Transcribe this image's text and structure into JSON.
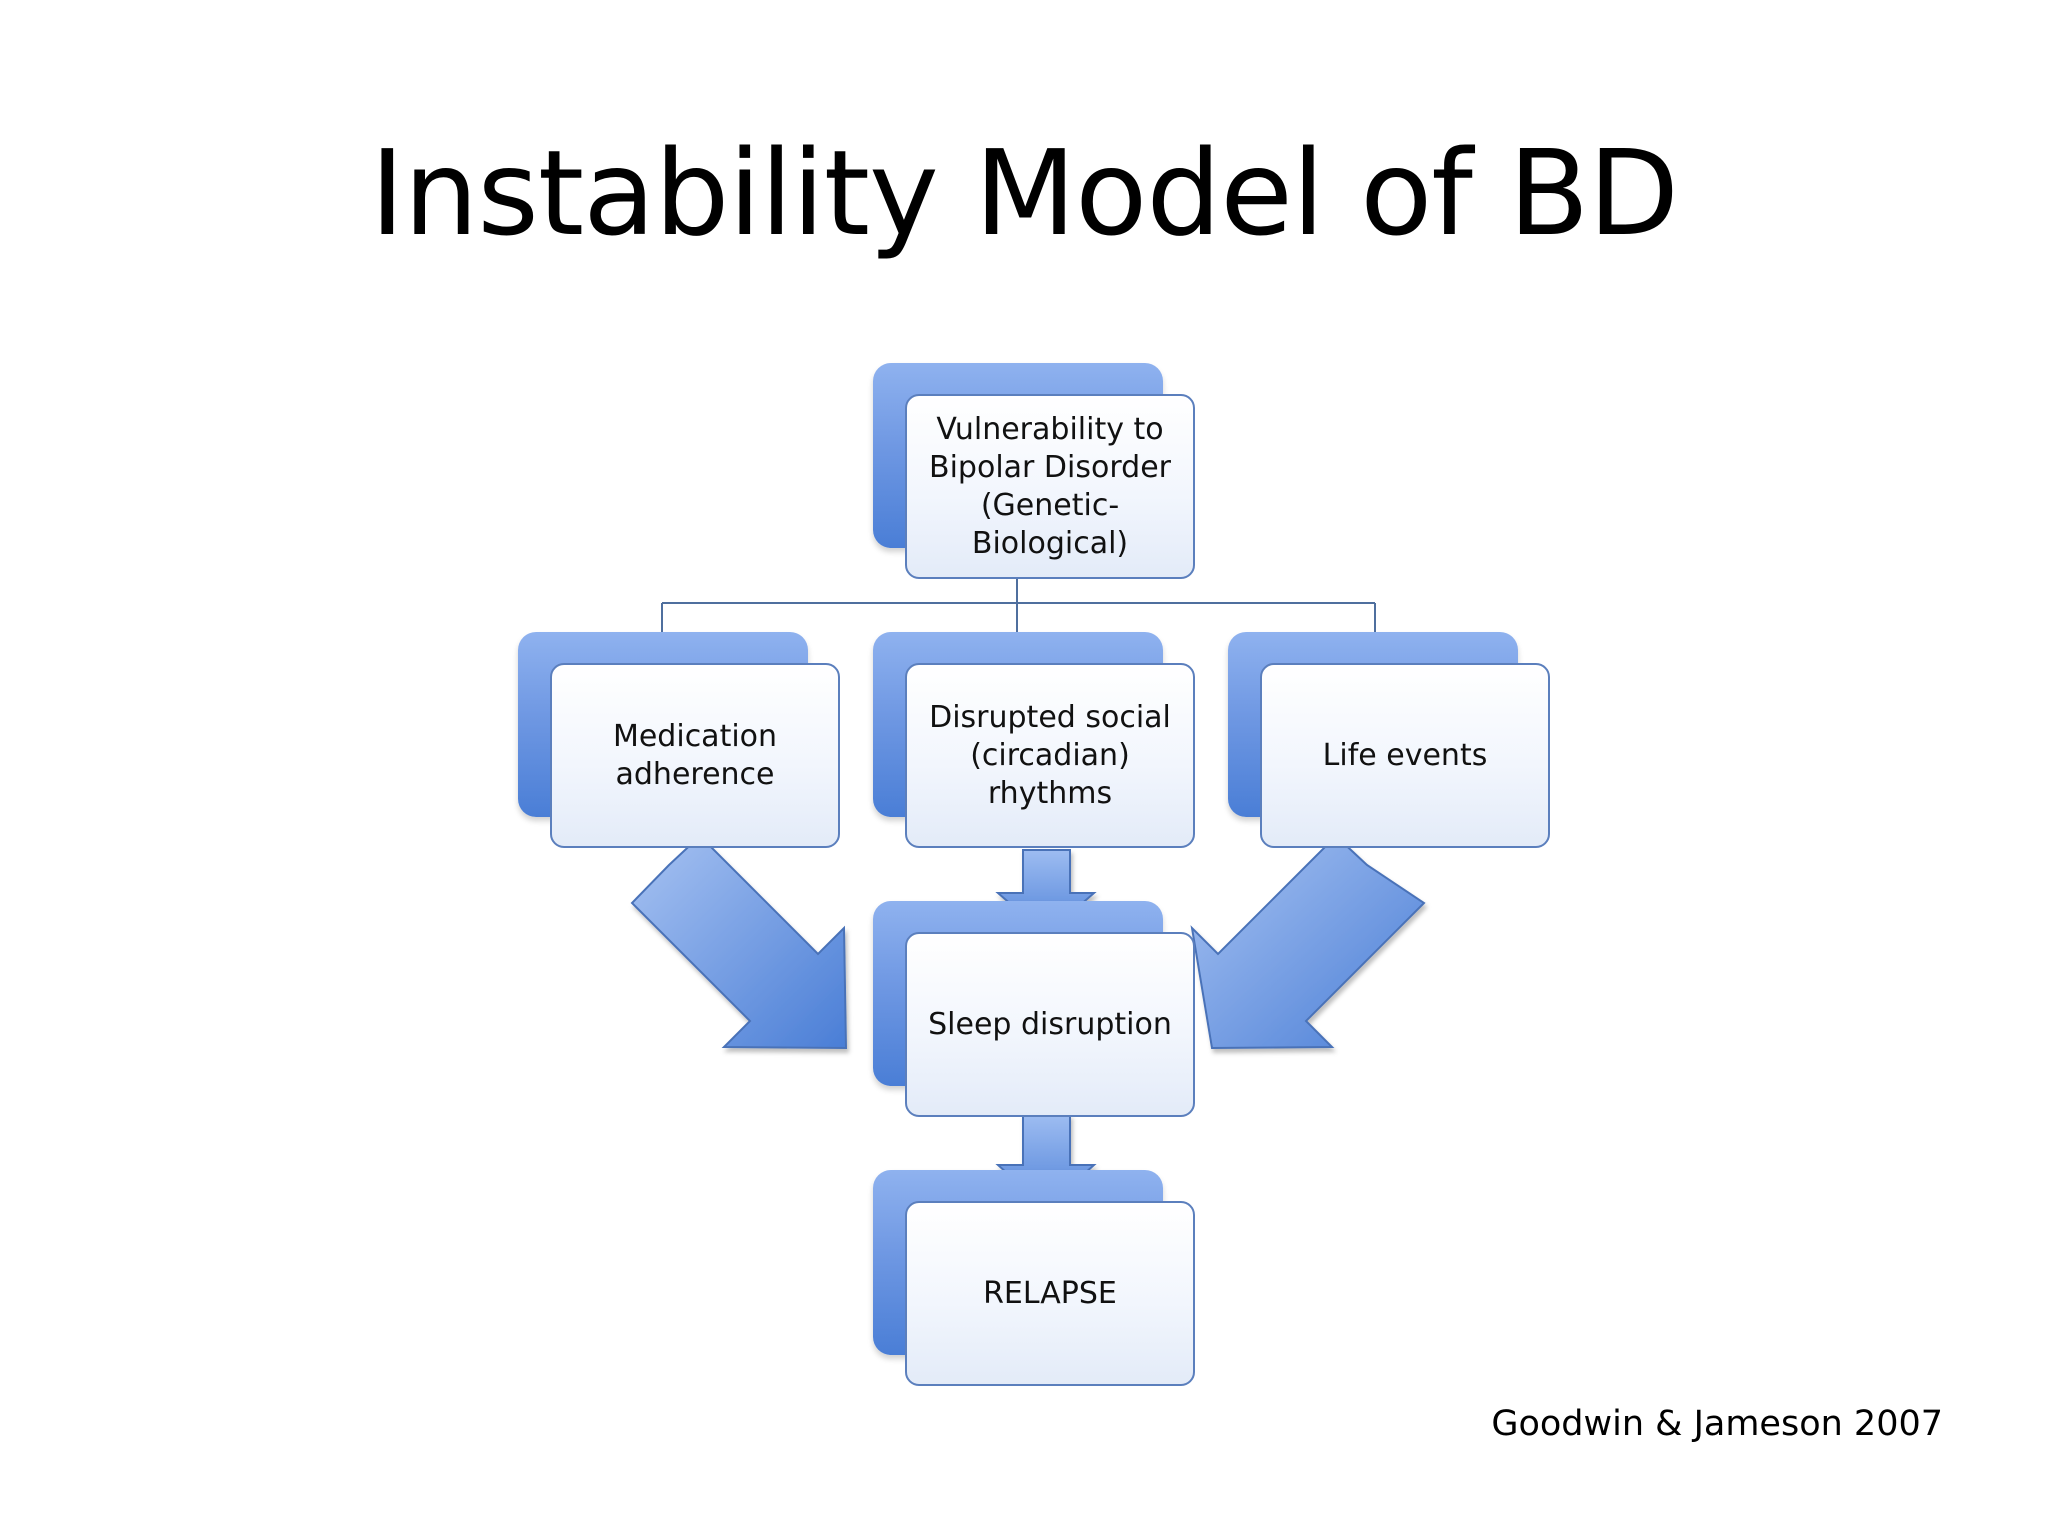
{
  "slide": {
    "title": "Instability Model of BD",
    "citation": "Goodwin & Jameson 2007"
  },
  "diagram": {
    "nodes": {
      "vulnerability": "Vulnerability to\nBipolar Disorder\n(Genetic-\nBiological)",
      "medication": "Medication\nadherence",
      "social_rhythms": "Disrupted social\n(circadian)\nrhythms",
      "life_events": "Life events",
      "sleep": "Sleep disruption",
      "relapse": "RELAPSE"
    },
    "colors": {
      "box_border": "#5b7fbd",
      "box_shadow_fill": "#6f98e3",
      "connector": "#4f6f9e",
      "arrow_fill": "#6f98e3"
    }
  }
}
